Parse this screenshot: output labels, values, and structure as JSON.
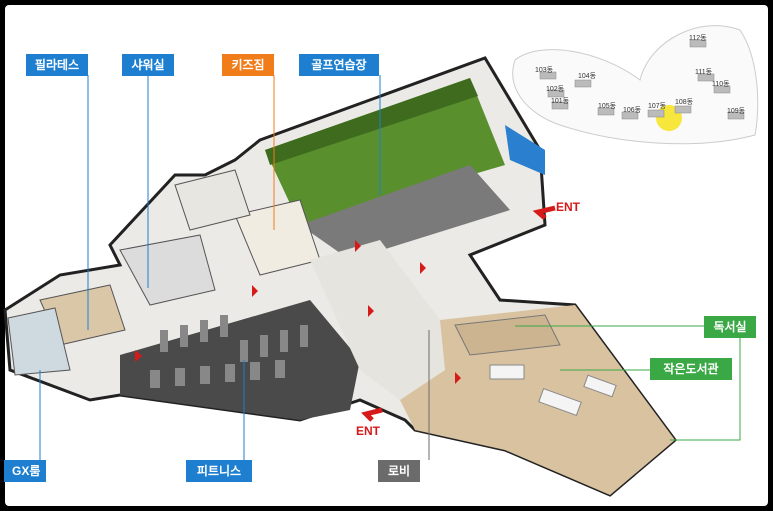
{
  "labels": {
    "pilates": "필라테스",
    "shower": "샤워실",
    "kids": "키즈짐",
    "golf": "골프연습장",
    "gx": "GX룸",
    "fitness": "피트니스",
    "lobby": "로비",
    "reading": "독서실",
    "library": "작은도서관"
  },
  "entrances": {
    "right": "ENT",
    "bottom": "ENT"
  },
  "minimap": {
    "buildings": [
      "103동",
      "104동",
      "102동",
      "101동",
      "105동",
      "106동",
      "107동",
      "108동",
      "112동",
      "111동",
      "110동",
      "109동"
    ],
    "highlight_color": "#f6e21a"
  },
  "colors": {
    "label_blue": "#1e7fd0",
    "label_orange": "#f07c1a",
    "label_green": "#3aa845",
    "label_gray": "#6b6b6b",
    "golf_turf": "#5a8f2e",
    "wood_floor": "#d9c2a0",
    "gym_floor": "#4a4a4a"
  }
}
